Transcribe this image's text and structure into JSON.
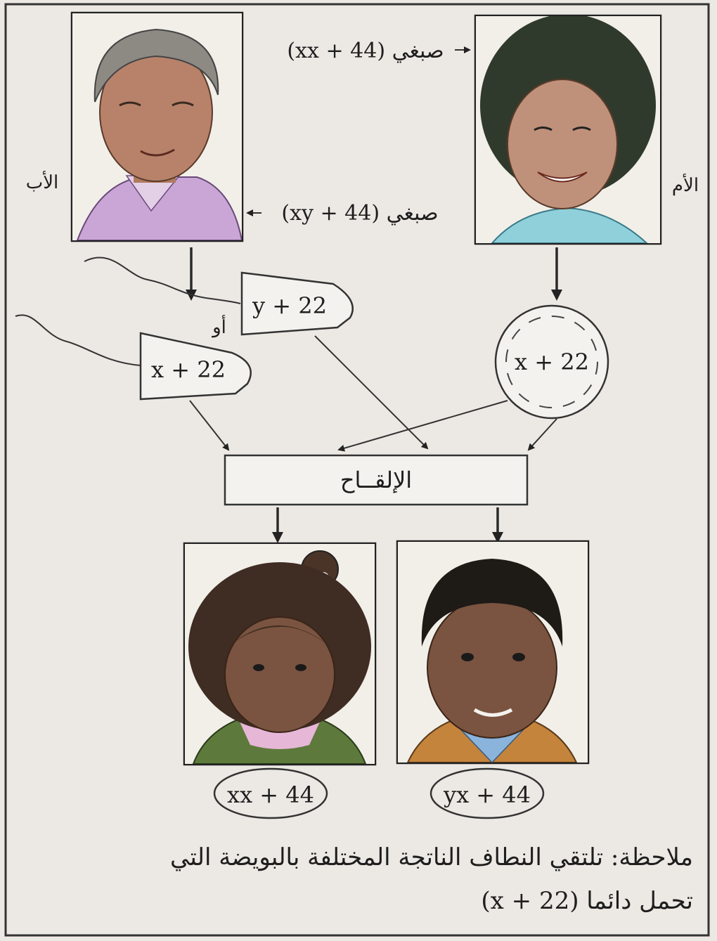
{
  "father": {
    "label": "الأب",
    "karyotype": "صبغي (xy + 44)"
  },
  "mother": {
    "label": "الأم",
    "karyotype": "صبغي (xx + 44)"
  },
  "gametes": {
    "sperm_y": "y + 22",
    "sperm_x": "x + 22",
    "or_label": "أو",
    "ovum": "x + 22"
  },
  "fertilization": {
    "label": "الإلقــاح"
  },
  "offspring": [
    {
      "karyotype": "xx + 44"
    },
    {
      "karyotype": "yx + 44"
    }
  ],
  "note": {
    "line1": "ملاحظة: تلتقي النطاف الناتجة المختلفة بالبويضة التي",
    "line2": "تحمل دائما (22 + x)"
  },
  "colors": {
    "paper": "#ece9e4",
    "ink": "#1e1e1e",
    "father_shirt": "#c9a6d6",
    "mother_shirt": "#8fd0da",
    "girl_shirt": "#5d7a3c",
    "boy_shirt": "#8ab4dc"
  }
}
